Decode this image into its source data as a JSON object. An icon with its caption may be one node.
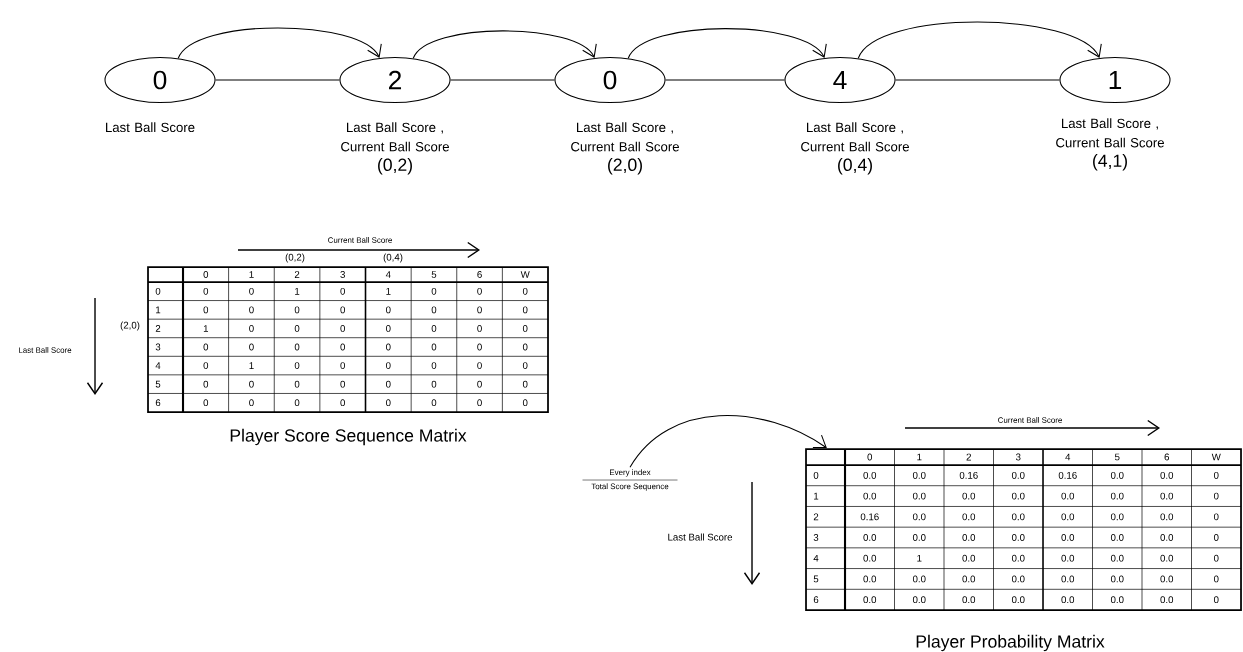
{
  "diagram": {
    "nodes": [
      {
        "text": [
          "0"
        ],
        "beside": [
          "Last Ball Score"
        ]
      },
      {
        "text": [
          "2"
        ],
        "beside": [
          "Last Ball Score , Current Ball Score",
          "(0,2)"
        ]
      },
      {
        "text": [
          "0"
        ],
        "beside": [
          "Last Ball Score , Current Ball Score",
          "(2,0)"
        ]
      },
      {
        "text": [
          "4"
        ],
        "beside": [
          "Last Ball Score , Current Ball Score",
          "(0,4)"
        ]
      },
      {
        "text": [
          "1"
        ],
        "beside": [
          "Last Ball Score , Current Ball Score",
          "(4,1)"
        ]
      },
      {
        "text": [
          "Player Score Sequence Matrix"
        ]
      },
      {
        "text": [
          "Every index",
          "Total Score Sequence"
        ]
      },
      {
        "text": [
          "Player Probability Matrix"
        ]
      }
    ],
    "edges": [
      {
        "from": 0,
        "to": 1,
        "arrow": "none"
      },
      {
        "from": 1,
        "to": 2,
        "arrow": "none"
      },
      {
        "from": 2,
        "to": 3,
        "arrow": "none"
      },
      {
        "from": 3,
        "to": 4,
        "arrow": "none"
      },
      {
        "from": 0,
        "to": 1,
        "arrow": "to"
      },
      {
        "from": 1,
        "to": 2,
        "arrow": "to"
      },
      {
        "from": 2,
        "to": 3,
        "arrow": "to"
      },
      {
        "from": 3,
        "to": 4,
        "arrow": "to"
      },
      {
        "from": 6,
        "to": 7,
        "arrow": "to"
      }
    ],
    "labels": [
      "Current Ball Score",
      "(0,2)",
      "(0,4)",
      "(2,0)",
      "Last Ball Score",
      "0",
      "1",
      "2",
      "3",
      "4",
      "5",
      "6",
      "W",
      "0",
      "0",
      "0",
      "1",
      "0",
      "1",
      "0",
      "0",
      "0",
      "1",
      "0",
      "0",
      "0",
      "0",
      "0",
      "0",
      "0",
      "0",
      "2",
      "1",
      "0",
      "0",
      "0",
      "0",
      "0",
      "0",
      "0",
      "3",
      "0",
      "0",
      "0",
      "0",
      "0",
      "0",
      "0",
      "0",
      "4",
      "0",
      "1",
      "0",
      "0",
      "0",
      "0",
      "0",
      "0",
      "5",
      "0",
      "0",
      "0",
      "0",
      "0",
      "0",
      "0",
      "0",
      "6",
      "0",
      "0",
      "0",
      "0",
      "0",
      "0",
      "0",
      "0",
      "Current Ball Score",
      "Last Ball Score",
      "0",
      "1",
      "2",
      "3",
      "4",
      "5",
      "6",
      "W",
      "0",
      "0.0",
      "0.0",
      "0.16",
      "0.0",
      "0.16",
      "0.0",
      "0.0",
      "0",
      "1",
      "0.0",
      "0.0",
      "0.0",
      "0.0",
      "0.0",
      "0.0",
      "0.0",
      "0",
      "2",
      "0.16",
      "0.0",
      "0.0",
      "0.0",
      "0.0",
      "0.0",
      "0.0",
      "0",
      "3",
      "0.0",
      "0.0",
      "0.0",
      "0.0",
      "0.0",
      "0.0",
      "0.0",
      "0",
      "4",
      "0.0",
      "1",
      "0.0",
      "0.0",
      "0.0",
      "0.0",
      "0.0",
      "0",
      "5",
      "0.0",
      "0.0",
      "0.0",
      "0.0",
      "0.0",
      "0.0",
      "0.0",
      "0",
      "6",
      "0.0",
      "0.0",
      "0.0",
      "0.0",
      "0.0",
      "0.0",
      "0.0",
      "0"
    ]
  }
}
